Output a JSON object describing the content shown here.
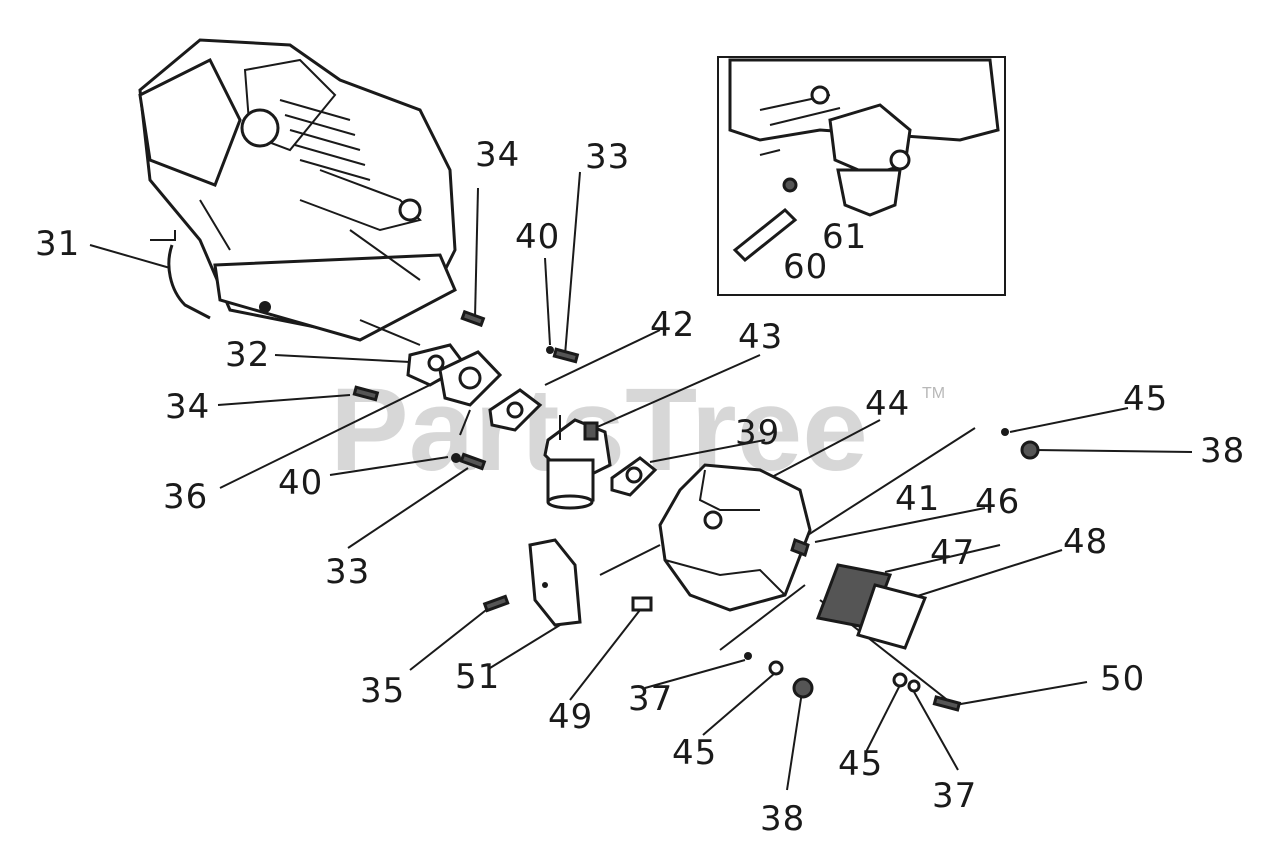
{
  "watermark": {
    "text": "PartsTree",
    "mark": "TM"
  },
  "callouts": [
    {
      "id": "c31a",
      "text": "31"
    },
    {
      "id": "c32",
      "text": "32"
    },
    {
      "id": "c34a",
      "text": "34"
    },
    {
      "id": "c34b",
      "text": "34"
    },
    {
      "id": "c40a",
      "text": "40"
    },
    {
      "id": "c33a",
      "text": "33"
    },
    {
      "id": "c42",
      "text": "42"
    },
    {
      "id": "c43",
      "text": "43"
    },
    {
      "id": "c36",
      "text": "36"
    },
    {
      "id": "c40b",
      "text": "40"
    },
    {
      "id": "c33b",
      "text": "33"
    },
    {
      "id": "c39",
      "text": "39"
    },
    {
      "id": "c44",
      "text": "44"
    },
    {
      "id": "c45a",
      "text": "45"
    },
    {
      "id": "c38a",
      "text": "38"
    },
    {
      "id": "c41",
      "text": "41"
    },
    {
      "id": "c46",
      "text": "46"
    },
    {
      "id": "c47",
      "text": "47"
    },
    {
      "id": "c48",
      "text": "48"
    },
    {
      "id": "c35",
      "text": "35"
    },
    {
      "id": "c51",
      "text": "51"
    },
    {
      "id": "c49",
      "text": "49"
    },
    {
      "id": "c37a",
      "text": "37"
    },
    {
      "id": "c45b",
      "text": "45"
    },
    {
      "id": "c38b",
      "text": "38"
    },
    {
      "id": "c50",
      "text": "50"
    },
    {
      "id": "c45c",
      "text": "45"
    },
    {
      "id": "c37b",
      "text": "37"
    },
    {
      "id": "c61",
      "text": "61"
    },
    {
      "id": "c60",
      "text": "60"
    }
  ],
  "icons": {
    "engine": "engine-block-icon",
    "carburetor": "carburetor-icon",
    "air-cleaner": "air-cleaner-housing-icon",
    "inset": "fuel-line-inset-icon"
  }
}
